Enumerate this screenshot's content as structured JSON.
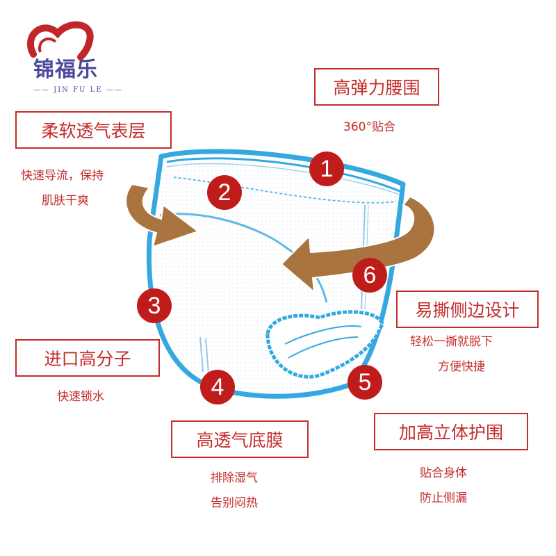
{
  "brand": {
    "name": "锦福乐",
    "sub": "JIN FU LE",
    "color": "#c42c2c",
    "accent": "#4a4a9a"
  },
  "features": [
    {
      "num": "1",
      "title": "高弹力腰围",
      "desc": [
        "360°贴合"
      ]
    },
    {
      "num": "2",
      "title": "柔软透气表层",
      "desc": [
        "快速导流，保持",
        "肌肤干爽"
      ]
    },
    {
      "num": "3",
      "title": "进口高分子",
      "desc": [
        "快速锁水"
      ]
    },
    {
      "num": "4",
      "title": "高透气底膜",
      "desc": [
        "排除湿气",
        "告别闷热"
      ]
    },
    {
      "num": "5",
      "title": "加高立体护围",
      "desc": [
        "贴合身体",
        "防止侧漏"
      ]
    },
    {
      "num": "6",
      "title": "易撕侧边设计",
      "desc": [
        "轻松一撕就脱下",
        "方便快捷"
      ]
    }
  ]
}
